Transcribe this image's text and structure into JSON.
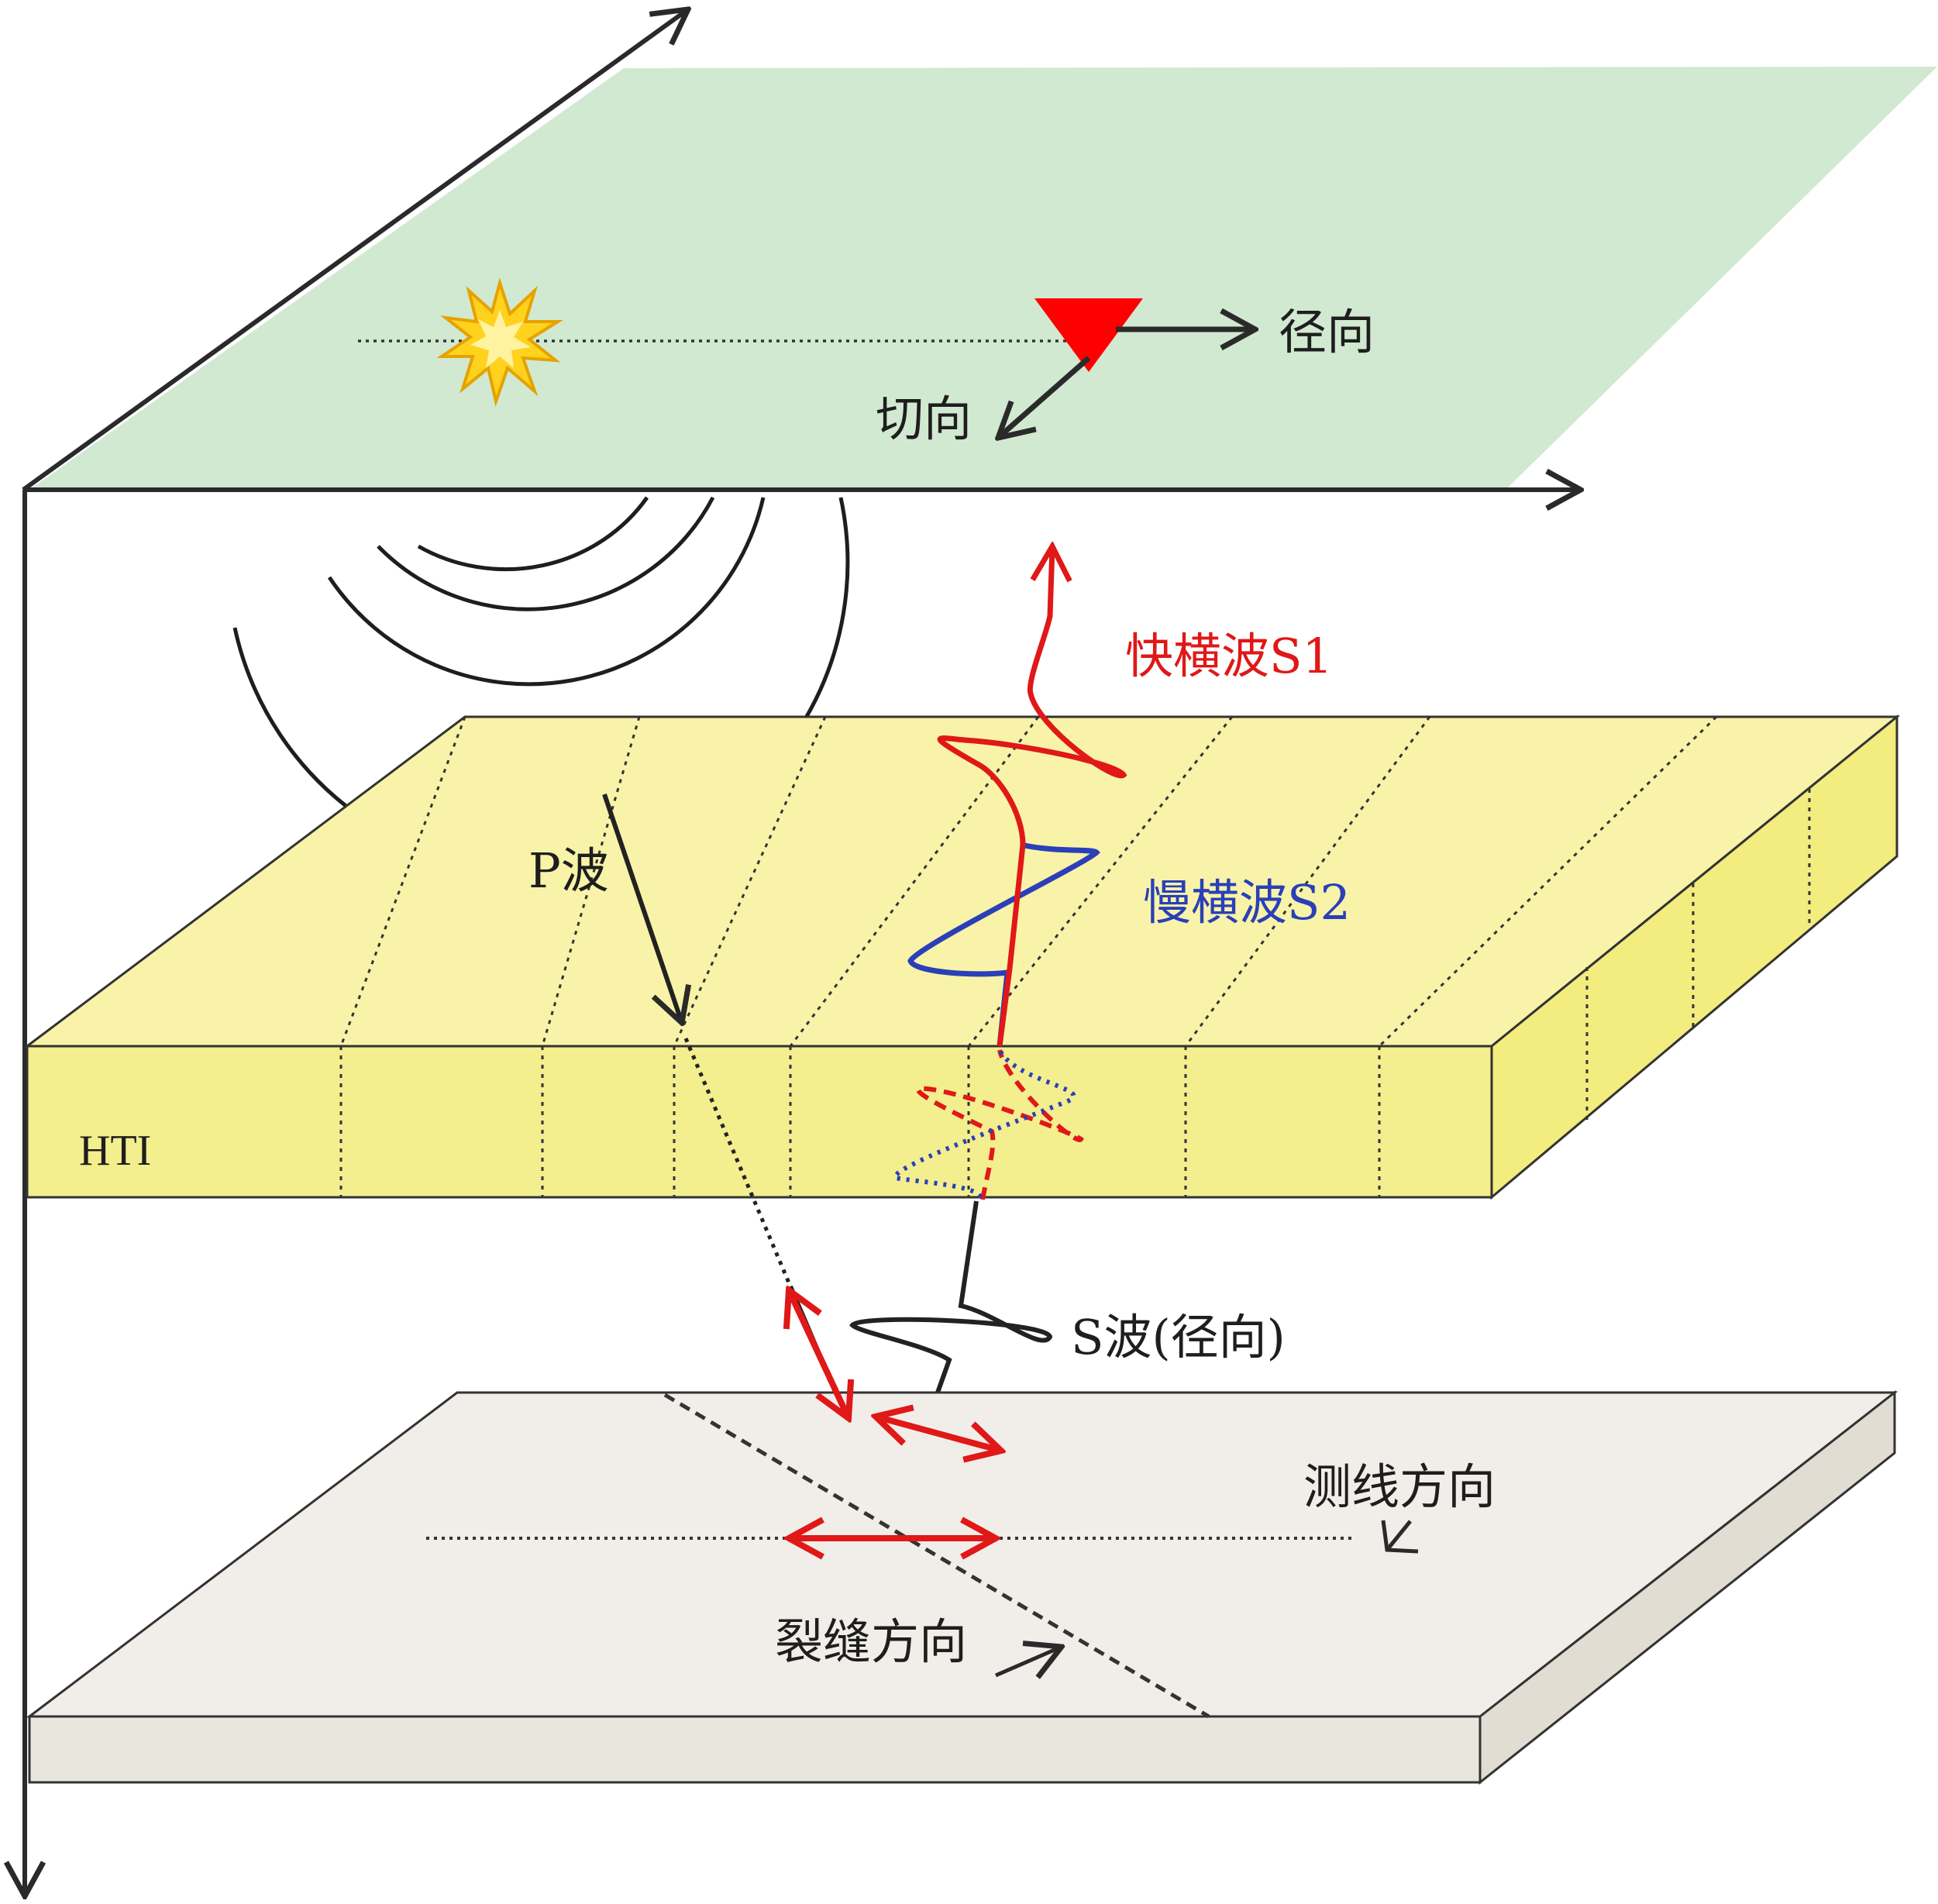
{
  "labels": {
    "radial": "径向",
    "tangential": "切向",
    "fast_shear": "快横波S1",
    "slow_shear": "慢横波S2",
    "p_wave": "P波",
    "hti": "HTI",
    "s_wave_radial": "S波(径向)",
    "survey_line_direction": "测线方向",
    "fracture_direction": "裂缝方向"
  },
  "colors": {
    "surface": "#d1e9d1",
    "hti_top": "#f8f3a8",
    "hti_front": "#f3ee8e",
    "hti_side": "#f3ec7e",
    "reflector_top": "#f1eee9",
    "reflector_front": "#e9e6de",
    "reflector_side": "#e2ddd2",
    "fast_wave": "#e01818",
    "slow_wave": "#2a3fb8",
    "source": "#ffd21e",
    "receiver": "#ff0000",
    "line": "#2a2a2a"
  },
  "icons": {
    "source": "starburst-icon",
    "receiver": "triangle-icon"
  }
}
